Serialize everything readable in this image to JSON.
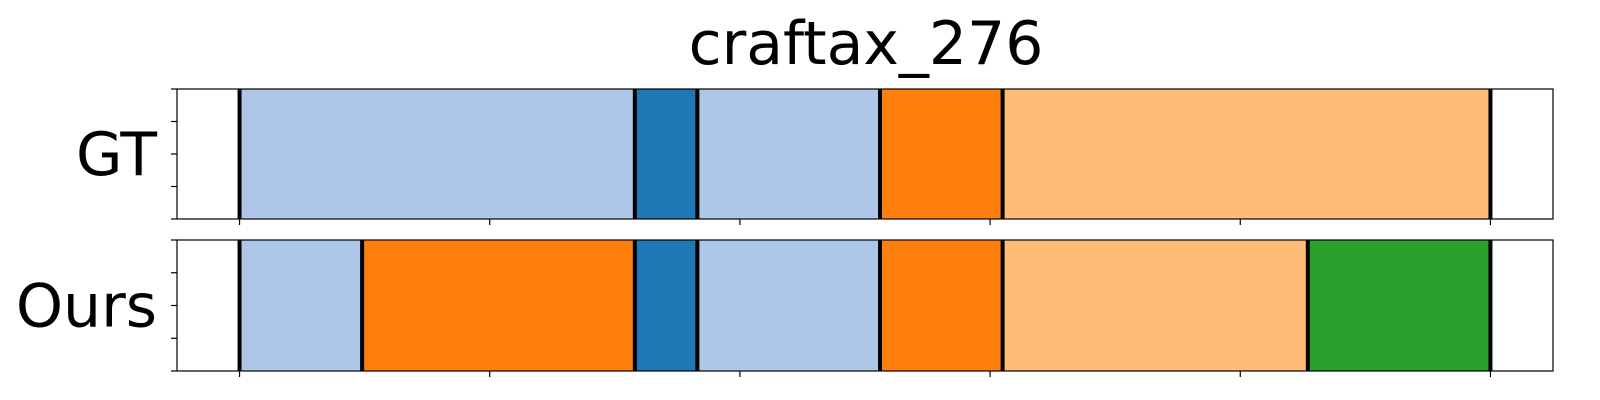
{
  "chart_data": {
    "type": "segmentation-timeline",
    "title": "craftax_276",
    "xlim": [
      -1.25,
      26.25
    ],
    "xticks": [
      0,
      5,
      10,
      15,
      20,
      25
    ],
    "tick_labels_visible": false,
    "grid": false,
    "rows": [
      {
        "label": "GT",
        "segments": [
          {
            "start": 0,
            "end": 7.9,
            "color": "#aec7e8"
          },
          {
            "start": 7.9,
            "end": 9.15,
            "color": "#1f77b4"
          },
          {
            "start": 9.15,
            "end": 12.8,
            "color": "#aec7e8"
          },
          {
            "start": 12.8,
            "end": 15.25,
            "color": "#ff7f0e"
          },
          {
            "start": 15.25,
            "end": 25,
            "color": "#ffbb78"
          }
        ]
      },
      {
        "label": "Ours",
        "segments": [
          {
            "start": 0,
            "end": 2.45,
            "color": "#aec7e8"
          },
          {
            "start": 2.45,
            "end": 7.9,
            "color": "#ff7f0e"
          },
          {
            "start": 7.9,
            "end": 9.15,
            "color": "#1f77b4"
          },
          {
            "start": 9.15,
            "end": 12.8,
            "color": "#aec7e8"
          },
          {
            "start": 12.8,
            "end": 15.25,
            "color": "#ff7f0e"
          },
          {
            "start": 15.25,
            "end": 21.35,
            "color": "#ffbb78"
          },
          {
            "start": 21.35,
            "end": 25,
            "color": "#2ca02c"
          }
        ]
      }
    ]
  }
}
